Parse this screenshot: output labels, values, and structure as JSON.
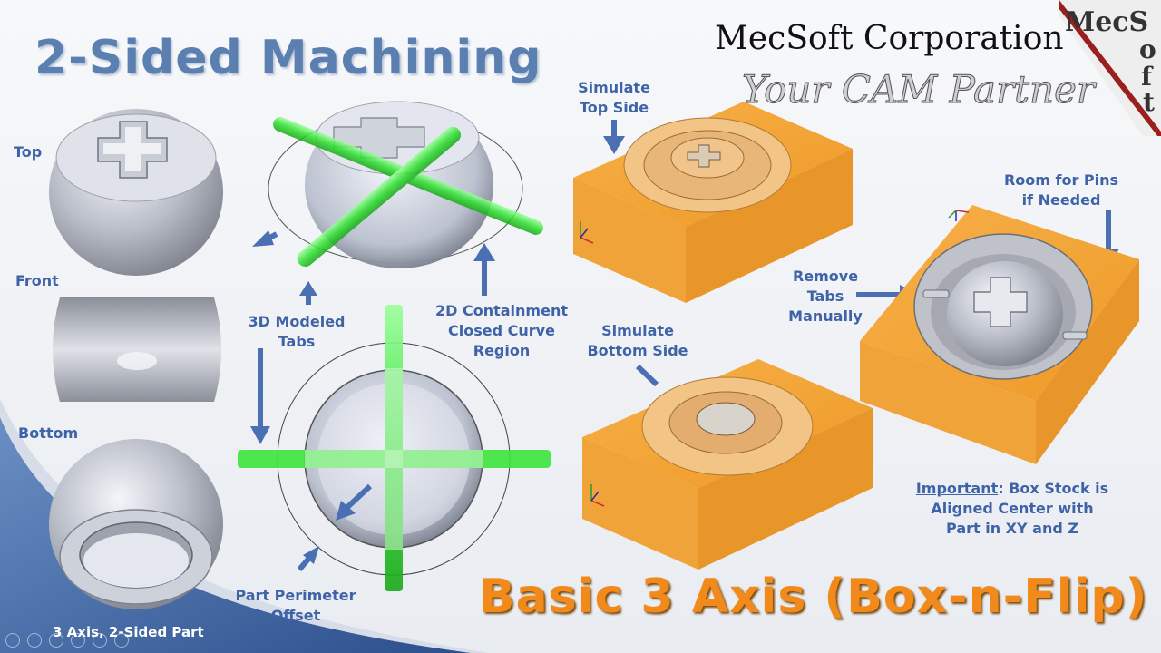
{
  "header": {
    "title": "2-Sided Machining",
    "company": "MecSoft Corporation",
    "tagline": "Your CAM Partner",
    "logo_text": [
      "MecS",
      "o",
      "f",
      "t"
    ]
  },
  "views": {
    "top": "Top",
    "front": "Front",
    "bottom": "Bottom"
  },
  "callouts": {
    "tabs": [
      "3D Modeled",
      "Tabs"
    ],
    "containment": [
      "2D Containment",
      "Closed Curve",
      "Region"
    ],
    "perimeter": [
      "Part Perimeter",
      "Offset"
    ],
    "simulate_top": [
      "Simulate",
      "Top Side"
    ],
    "simulate_bottom": [
      "Simulate",
      "Bottom Side"
    ],
    "room_pins": [
      "Room for Pins",
      "if Needed"
    ],
    "remove_tabs": [
      "Remove",
      "Tabs",
      "Manually"
    ],
    "important_label": "Important",
    "important_text": ": Box Stock is Aligned Center with Part in XY and Z"
  },
  "footer": {
    "method": "Basic 3 Axis (Box-n-Flip)",
    "part": "3 Axis, 2-Sided Part"
  },
  "colors": {
    "accent_blue": "#3f63a8",
    "title_blue": "#5a7fb0",
    "orange": "#f18a1b",
    "stock": "#f0a132",
    "tab_green": "#3ce43c",
    "part_gray": "#b8bcc6"
  }
}
